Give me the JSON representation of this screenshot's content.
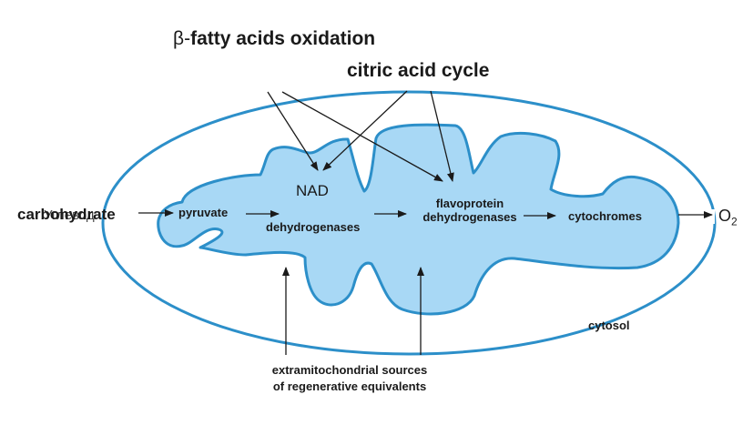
{
  "colors": {
    "membrane": "#2c8fc9",
    "matrix_fill": "#a8d8f5",
    "arrow": "#1a1a1a",
    "text": "#1a1a1a"
  },
  "labels": {
    "beta_prefix": "β-",
    "beta_oxidation": "fatty acids oxidation",
    "citric_acid_cycle": "citric acid cycle",
    "carbohydrate": "carbohydrate",
    "carbohydrate_overlap": "Углевод",
    "pyruvate": "pyruvate",
    "nad": "NAD",
    "dehydrogenases": "dehydrogenases",
    "flavoprotein_line1": "flavoprotein",
    "flavoprotein_line2": "dehydrogenases",
    "cytochromes": "cytochromes",
    "oxygen": "O",
    "oxygen_subscript": "2",
    "cytosol": "cytosol",
    "sources_line1": "extramitochondrial sources",
    "sources_line2": "of regenerative equivalents"
  }
}
